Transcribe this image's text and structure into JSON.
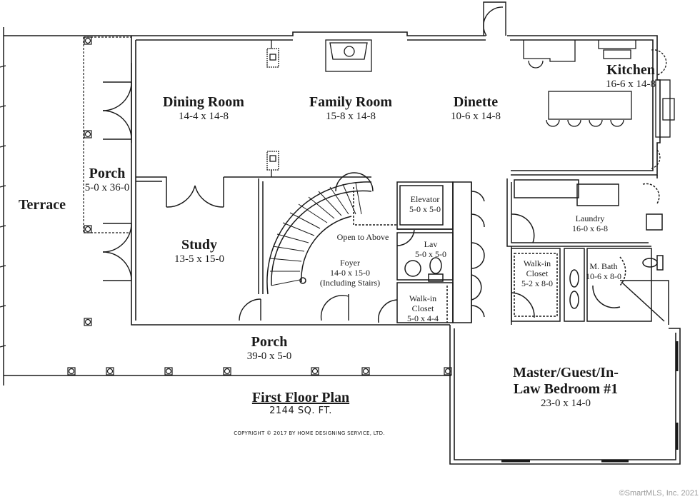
{
  "plan": {
    "title": "First Floor Plan",
    "area": "2144 SQ. FT.",
    "copyright": "COPYRIGHT © 2017 BY HOME DESIGNING SERVICE, LTD.",
    "watermark": "©SmartMLS, Inc. 2021"
  },
  "rooms": {
    "dining": {
      "name": "Dining Room",
      "dims": "14-4 x 14-8"
    },
    "family": {
      "name": "Family Room",
      "dims": "15-8 x 14-8"
    },
    "dinette": {
      "name": "Dinette",
      "dims": "10-6 x 14-8"
    },
    "kitchen": {
      "name": "Kitchen",
      "dims": "16-6 x 14-8"
    },
    "side_porch": {
      "name": "Porch",
      "dims": "5-0 x 36-0"
    },
    "terrace": {
      "name": "Terrace"
    },
    "study": {
      "name": "Study",
      "dims": "13-5 x 15-0"
    },
    "open_to_above": {
      "name": "Open to Above"
    },
    "foyer": {
      "name": "Foyer",
      "dims": "14-0 x 15-0",
      "note": "(Including Stairs)"
    },
    "elevator": {
      "name": "Elevator",
      "dims": "5-0 x 5-0"
    },
    "lav": {
      "name": "Lav",
      "dims": "5-0 x 5-0"
    },
    "walkin_closet_1": {
      "name": "Walk-in",
      "name2": "Closet",
      "dims": "5-0 x 4-4"
    },
    "laundry": {
      "name": "Laundry",
      "dims": "16-0 x 6-8"
    },
    "walkin_closet_2": {
      "name": "Walk-in",
      "name2": "Closet",
      "dims": "5-2 x 8-0"
    },
    "master_bath": {
      "name": "M. Bath",
      "dims": "10-6 x 8-0"
    },
    "front_porch": {
      "name": "Porch",
      "dims": "39-0 x 5-0"
    },
    "bedroom": {
      "name": "Master/Guest/In-",
      "name2": "Law Bedroom #1",
      "dims": "23-0 x 14-0"
    }
  }
}
